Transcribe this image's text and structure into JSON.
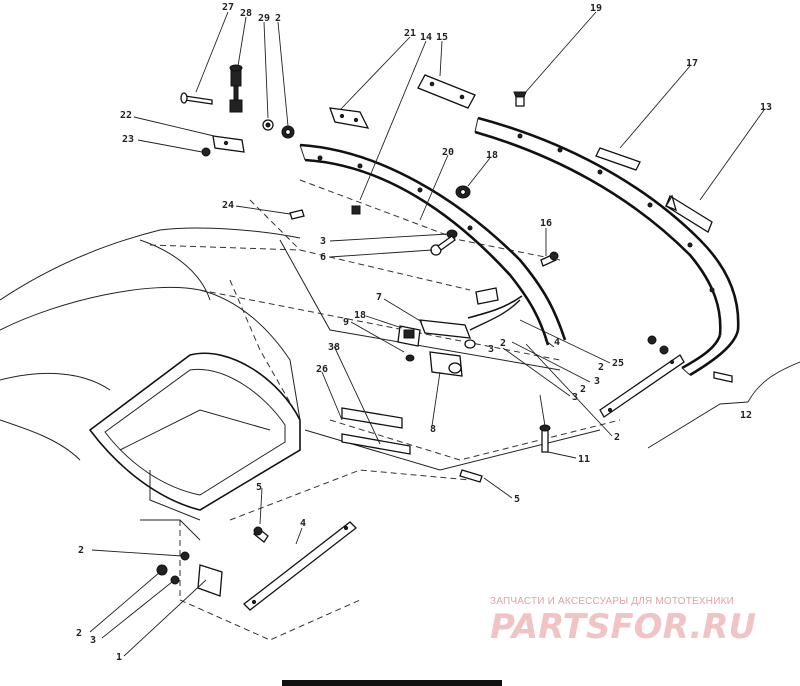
{
  "diagram": {
    "callouts": [
      "27",
      "28",
      "29",
      "2",
      "21",
      "14",
      "15",
      "19",
      "17",
      "13",
      "22",
      "23",
      "20",
      "18",
      "16",
      "24",
      "3",
      "6",
      "7",
      "9",
      "18",
      "38",
      "26",
      "25",
      "4",
      "3",
      "2",
      "12",
      "5",
      "11",
      "8",
      "2",
      "3",
      "2",
      "5",
      "4",
      "2",
      "2",
      "3",
      "1",
      "3",
      "2"
    ],
    "watermark": {
      "tagline": "ЗАПЧАСТИ И АКСЕССУАРЫ ДЛЯ МОТОТЕХНИКИ",
      "logo": "PARTSFOR.RU"
    }
  }
}
